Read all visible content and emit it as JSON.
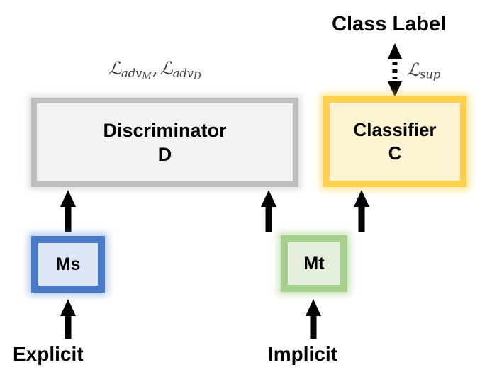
{
  "diagram": {
    "title": "Adversarial domain adaptation architecture",
    "background": "#ffffff"
  },
  "nodes": [
    {
      "id": "discriminator",
      "line1": "Discriminator",
      "line2": "D",
      "fill": "#f2f2f2",
      "border": "#bfbfbf"
    },
    {
      "id": "classifier",
      "line1": "Classifier",
      "line2": "C",
      "fill": "#fdf2d2",
      "border": "#ffcf4d"
    },
    {
      "id": "ms",
      "line1": "Ms",
      "fill": "#dce6f5",
      "border": "#4a7ac7"
    },
    {
      "id": "mt",
      "line1": "Mt",
      "fill": "#e4efdc",
      "border": "#a9d18e"
    }
  ],
  "labels": {
    "class_label": "Class Label",
    "explicit": "Explicit",
    "implicit": "Implicit"
  },
  "math_labels": {
    "adversarial": {
      "symbol1": "ℒ",
      "sub1": "adv",
      "subsub1": "M",
      "separator": ",",
      "symbol2": "ℒ",
      "sub2": "adv",
      "subsub2": "D",
      "plain": "ℒ_advM , ℒ_advD"
    },
    "supervised": {
      "symbol": "ℒ",
      "sub": "sup",
      "plain": "ℒ_sup"
    }
  },
  "arrows": [
    {
      "id": "ms-to-discriminator",
      "from": "ms",
      "to": "discriminator",
      "style": "solid",
      "heads": "up"
    },
    {
      "id": "mt-to-discriminator",
      "from": "mt",
      "to": "discriminator",
      "style": "solid",
      "heads": "up"
    },
    {
      "id": "mt-to-classifier",
      "from": "mt",
      "to": "classifier",
      "style": "solid",
      "heads": "up"
    },
    {
      "id": "explicit-to-ms",
      "from": "explicit",
      "to": "ms",
      "style": "solid",
      "heads": "up"
    },
    {
      "id": "implicit-to-mt",
      "from": "implicit",
      "to": "mt",
      "style": "solid",
      "heads": "up"
    },
    {
      "id": "classifier-to-class-label",
      "from": "classifier",
      "to": "class-label",
      "style": "dotted",
      "heads": "double"
    }
  ]
}
